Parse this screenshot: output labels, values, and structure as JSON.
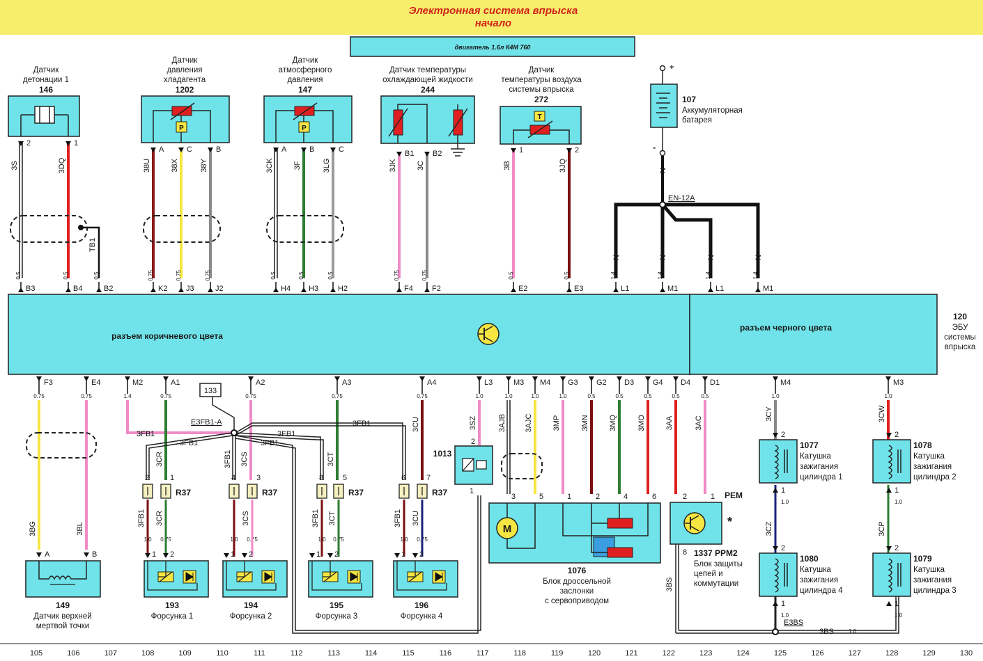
{
  "header": {
    "title_line1": "Электронная система впрыска",
    "title_line2": "начало",
    "engine": "двигатель 1.6л К4М 760"
  },
  "sensors": [
    {
      "name": "Датчик детонации 1",
      "lines": [
        "Датчик",
        "детонации 1"
      ],
      "num": "146"
    },
    {
      "name": "Датчик давления хладагента",
      "lines": [
        "Датчик",
        "давления",
        "хладагента"
      ],
      "num": "1202"
    },
    {
      "name": "Датчик атмосферного давления",
      "lines": [
        "Датчик",
        "атмосферного",
        "давления"
      ],
      "num": "147"
    },
    {
      "name": "Датчик температуры охлаждающей жидкости",
      "lines": [
        "Датчик температуры",
        "охлаждающей жидкости"
      ],
      "num": "244"
    },
    {
      "name": "Датчик температуры воздуха системы впрыска",
      "lines": [
        "Датчик",
        "температуры воздуха",
        "системы впрыска"
      ],
      "num": "272"
    }
  ],
  "battery": {
    "num": "107",
    "lines": [
      "Аккумуляторная",
      "батарея"
    ],
    "plus": "+",
    "minus": "-"
  },
  "ecu": {
    "brown": "разъем коричневого цвета",
    "black": "разъем черного цвета",
    "num": "120",
    "lines": [
      "ЭБУ",
      "системы",
      "впрыска"
    ]
  },
  "top_wires": [
    {
      "code": "3S",
      "pin": "2",
      "conn": "B3",
      "gauge": "0.5",
      "color": "#111111"
    },
    {
      "code": "3DQ",
      "pin": "1",
      "conn": "B4",
      "gauge": "0.5",
      "color": "#e02020"
    },
    {
      "code": "TB1",
      "pin": "",
      "conn": "B2",
      "gauge": "0.5",
      "color": "#111111"
    },
    {
      "code": "38U",
      "pin": "A",
      "conn": "K2",
      "gauge": "0.75",
      "color": "#8b1a1a"
    },
    {
      "code": "38X",
      "pin": "C",
      "conn": "J3",
      "gauge": "0.75",
      "color": "#f5e642"
    },
    {
      "code": "38Y",
      "pin": "B",
      "conn": "J2",
      "gauge": "0.75",
      "color": "#8a8a8a"
    },
    {
      "code": "3CK",
      "pin": "A",
      "conn": "H4",
      "gauge": "0.5",
      "color": "#111111"
    },
    {
      "code": "3F",
      "pin": "B",
      "conn": "H3",
      "gauge": "0.5",
      "color": "#2e7d32"
    },
    {
      "code": "3LG",
      "pin": "C",
      "conn": "H2",
      "gauge": "0.5",
      "color": "#9a9a9a"
    },
    {
      "code": "3JK",
      "pin": "B1",
      "conn": "F4",
      "gauge": "0.75",
      "color": "#f08bc8"
    },
    {
      "code": "3C",
      "pin": "B2",
      "conn": "F2",
      "gauge": "0.75",
      "color": "#8a8a8a"
    },
    {
      "code": "3B",
      "pin": "1",
      "conn": "E2",
      "gauge": "0.5",
      "color": "#f08bc8"
    },
    {
      "code": "3JQ",
      "pin": "2",
      "conn": "E3",
      "gauge": "0.5",
      "color": "#7a1010"
    },
    {
      "code": "N",
      "pin": "",
      "conn": "L1",
      "gauge": "1.4",
      "color": "#111111"
    },
    {
      "code": "N",
      "pin": "",
      "conn": "M1",
      "gauge": "1.4",
      "color": "#111111"
    },
    {
      "code": "N",
      "pin": "",
      "conn": "L1",
      "gauge": "1.4",
      "color": "#111111"
    },
    {
      "code": "N",
      "pin": "",
      "conn": "M1",
      "gauge": "1.4",
      "color": "#111111"
    }
  ],
  "splice_top": "EN-12A",
  "battery_wire": "N",
  "bottom_conns": [
    {
      "conn": "F3",
      "gauge": "0.75"
    },
    {
      "conn": "E4",
      "gauge": "0.75"
    },
    {
      "conn": "M2",
      "gauge": "1.4"
    },
    {
      "conn": "A1",
      "gauge": "0.75"
    },
    {
      "conn": "A2",
      "gauge": "0.75"
    },
    {
      "conn": "A3",
      "gauge": "0.75"
    },
    {
      "conn": "A4",
      "gauge": "0.75"
    },
    {
      "conn": "L3",
      "gauge": "1.0"
    },
    {
      "conn": "M3",
      "gauge": "1.0"
    },
    {
      "conn": "M4",
      "gauge": "1.0"
    },
    {
      "conn": "G3",
      "gauge": "1.0"
    },
    {
      "conn": "G2",
      "gauge": "0.5"
    },
    {
      "conn": "D3",
      "gauge": "0.5"
    },
    {
      "conn": "G4",
      "gauge": "0.5"
    },
    {
      "conn": "D4",
      "gauge": "0.5"
    },
    {
      "conn": "D1",
      "gauge": "0.5"
    },
    {
      "conn": "M4",
      "gauge": "1.0"
    },
    {
      "conn": "M3",
      "gauge": "1.0"
    }
  ],
  "bottom_codes": [
    "3BG",
    "3BL",
    "3FB1",
    "3CR",
    "3CS",
    "3CT",
    "3CU",
    "3SZ",
    "3AJB",
    "3AJC",
    "3MP",
    "3MN",
    "3MQ",
    "3MO",
    "3AA",
    "3AC",
    "3CY",
    "3CW",
    "3FB1",
    "3CR",
    "3FB1",
    "3CS",
    "3FB1",
    "3CT",
    "3FB1",
    "3CU",
    "3CZ",
    "3CP",
    "3BS",
    "3BS"
  ],
  "bus_labels": [
    "3FB1",
    "3FB1",
    "E3FB1-A",
    "3FB1",
    "3FB1",
    "3FB1"
  ],
  "splice_133": "133",
  "r37": "R37",
  "injectors": [
    {
      "num": "193",
      "name": "Форсунка 1"
    },
    {
      "num": "194",
      "name": "Форсунка 2"
    },
    {
      "num": "195",
      "name": "Форсунка 3"
    },
    {
      "num": "196",
      "name": "Форсунка 4"
    }
  ],
  "tdc_sensor": {
    "num": "149",
    "lines": [
      "Датчик верхней",
      "мертвой точки"
    ]
  },
  "valve_1013": "1013",
  "throttle": {
    "num": "1076",
    "lines": [
      "Блок дроссельной",
      "заслонки",
      "с сервоприводом"
    ]
  },
  "pem": {
    "tag": "PEM",
    "num": "1337 PPM2",
    "lines": [
      "Блок защиты",
      "цепей и",
      "коммутации"
    ],
    "star": "*"
  },
  "coils": [
    {
      "num": "1077",
      "lines": [
        "Катушка",
        "зажигания",
        "цилиндра 1"
      ]
    },
    {
      "num": "1078",
      "lines": [
        "Катушка",
        "зажигания",
        "цилиндра 2"
      ]
    },
    {
      "num": "1080",
      "lines": [
        "Катушка",
        "зажигания",
        "цилиндра 4"
      ]
    },
    {
      "num": "1079",
      "lines": [
        "Катушка",
        "зажигания",
        "цилиндра 3"
      ]
    }
  ],
  "splice_e3bs": "E3BS",
  "grid": [
    "105",
    "106",
    "107",
    "108",
    "109",
    "110",
    "111",
    "112",
    "113",
    "114",
    "115",
    "116",
    "117",
    "118",
    "119",
    "120",
    "121",
    "122",
    "123",
    "124",
    "125",
    "126",
    "127",
    "128",
    "129",
    "130"
  ]
}
